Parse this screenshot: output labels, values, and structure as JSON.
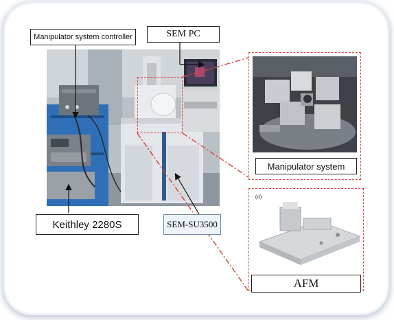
{
  "labels": {
    "manipulator_controller": "Manipulator system controller",
    "sem_pc": "SEM PC",
    "manipulator_system": "Manipulator system",
    "keithley": "Keithley 2280S",
    "sem_su": "SEM-SU3500",
    "afm": "AFM",
    "panel_d": "(d)"
  },
  "colors": {
    "accent_red": "#d9473f",
    "frame_shadow": "#7f95b0",
    "sem_body": "#e3e6ea",
    "rack_blue": "#2f6fb8"
  }
}
